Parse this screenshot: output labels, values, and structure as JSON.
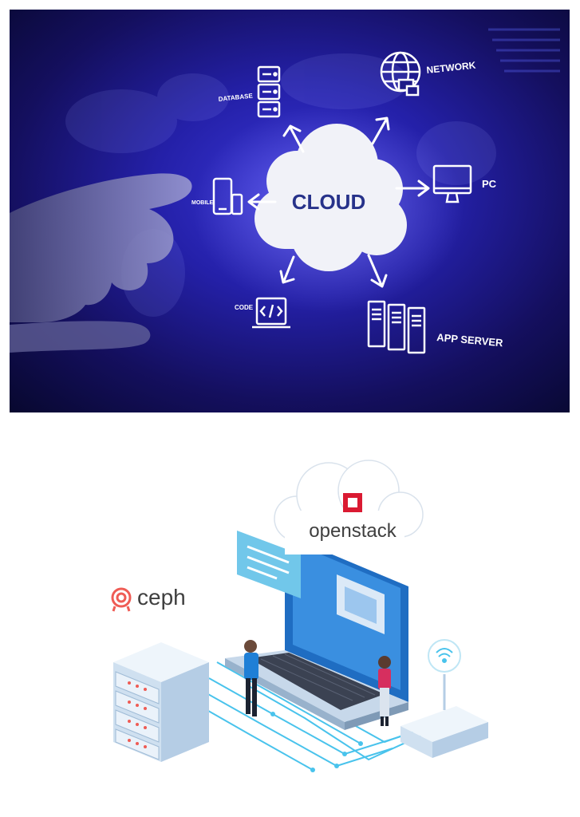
{
  "top_image": {
    "center_label": "CLOUD",
    "nodes": {
      "database": "DATABASE",
      "network": "NETWORK",
      "mobile": "MOBILE",
      "pc": "PC",
      "code": "CODE",
      "app_server": "APP SERVER"
    },
    "colors": {
      "background_dark": "#0b0a3a",
      "background_glow": "#3b3bd6",
      "cloud": "#f2f3f7",
      "cloud_text": "#27328a",
      "icon_stroke": "#ffffff"
    }
  },
  "bottom_image": {
    "logos": {
      "ceph": "ceph",
      "openstack": "openstack"
    },
    "colors": {
      "ceph_red": "#ef5c55",
      "openstack_red": "#da1a32",
      "logo_text": "#3f3f3f",
      "screen_blue": "#2b7fd3",
      "light_blue": "#6fc4e8",
      "server_blue": "#d7e7f7",
      "circuit": "#49c3ec"
    },
    "icons": [
      "wifi-icon",
      "server-rack",
      "laptop",
      "router"
    ]
  }
}
